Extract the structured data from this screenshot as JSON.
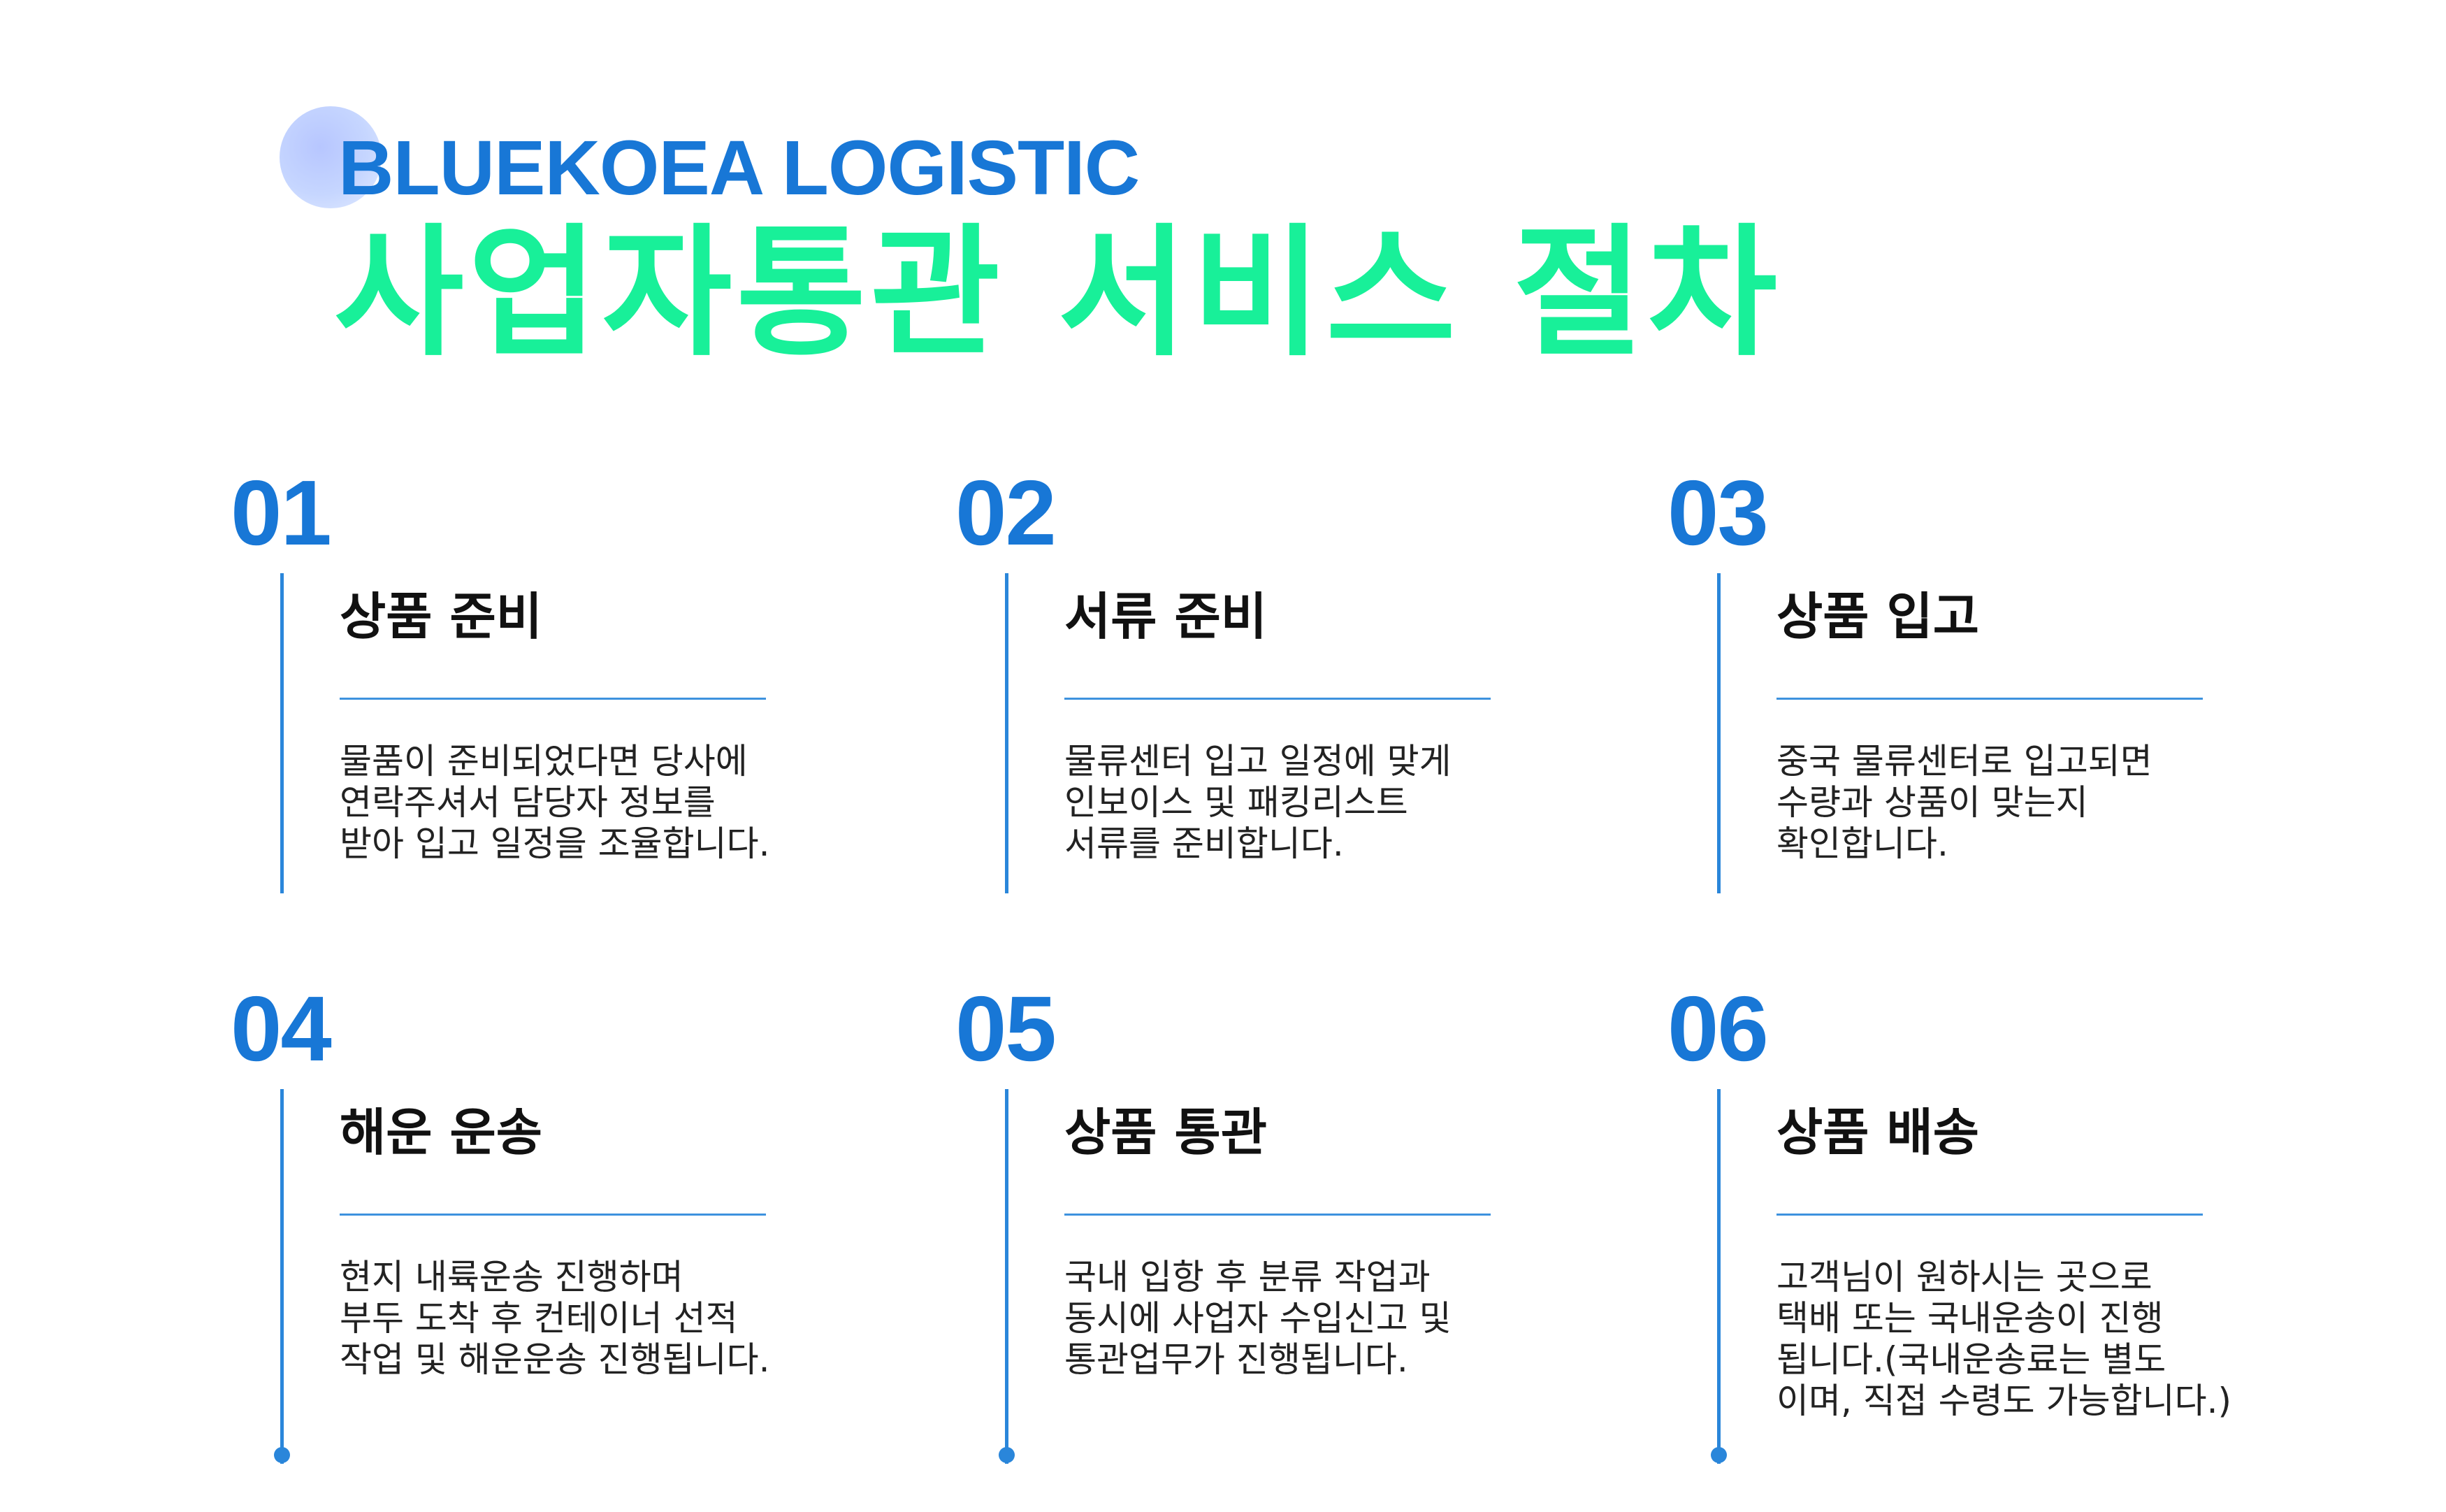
{
  "header": {
    "brand": "BLUEKOEA LOGISTIC",
    "title": "사업자통관 서비스 절차"
  },
  "steps": [
    {
      "number": "01",
      "title": "상품 준비",
      "description": "물품이 준비되었다면 당사에\n연락주셔서 담당자 정보를\n받아 입고 일정을 조율합니다."
    },
    {
      "number": "02",
      "title": "서류 준비",
      "description": "물류센터 입고 일정에 맞게\n인보이스 및 패킹리스트\n서류를 준비합니다."
    },
    {
      "number": "03",
      "title": "상품 입고",
      "description": "중국 물류센터로 입고되면\n수량과 상품이 맞는지\n확인합니다."
    },
    {
      "number": "04",
      "title": "해운 운송",
      "description": "현지 내륙운송 진행하며\n부두 도착 후 컨테이너 선적\n작업 및 해운운송 진행됩니다."
    },
    {
      "number": "05",
      "title": "상품 통관",
      "description": "국내 입항 후 분류 작업과\n동시에 사업자 수입신고 및\n통관업무가 진행됩니다."
    },
    {
      "number": "06",
      "title": "상품 배송",
      "description": "고객님이 원하시는 곳으로\n택배 또는 국내운송이 진행\n됩니다.(국내운송료는 별도\n이며, 직접 수령도 가능합니다.)"
    }
  ],
  "colors": {
    "brand_blue": "#1877d6",
    "headline_green": "#18f099",
    "line_blue": "#2a86da"
  }
}
